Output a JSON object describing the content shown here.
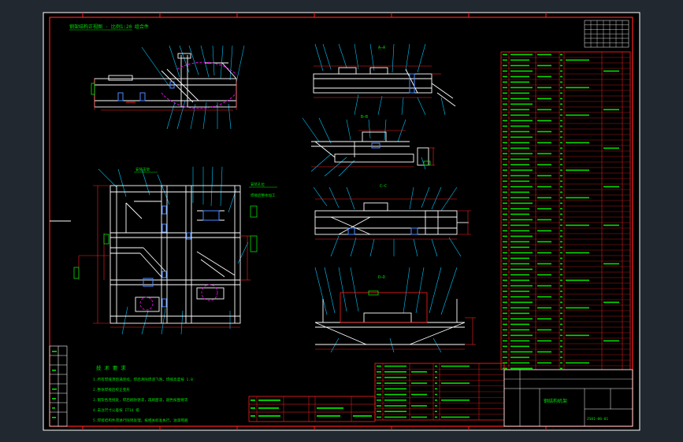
{
  "app": {
    "title": ""
  },
  "colors": {
    "workspace": "#212830",
    "sheet": "#000000",
    "border": "#ff2020",
    "frame": "#ffffff",
    "annotation": "#00e000",
    "leader": "#00c8ff",
    "hidden": "#ff00ff",
    "dim_text": "#ffff66"
  },
  "drawing": {
    "top_left_note": "钢架结构正视图 · 比例1:20 组合件",
    "section_labels": {
      "top": "A—A",
      "middle": "B—B",
      "lower": "C—C",
      "bottom": "D—D"
    },
    "plan_notes": {
      "note_1": "安装支架",
      "note_2": "安装孔位",
      "note_3": "焊接后整体加工"
    },
    "tech_req": {
      "title": "技 术 要 求",
      "lines": [
        "1.所有焊缝须饱满连续，焊后清除焊渣飞溅，焊缝高度按 1.0",
        "2.整体焊接后校正变形",
        "3.钢架各连接处，焊后刷防锈漆，再刷面漆，颜色按图要求",
        "4.未注尺寸公差按 IT14 级",
        "5.焊接结构件须进行除锈处理，按相关标准执行，油漆两遍"
      ]
    },
    "title_block": {
      "main_text": "钢结构机架",
      "drawing_no": "ZS01-00-01"
    }
  }
}
